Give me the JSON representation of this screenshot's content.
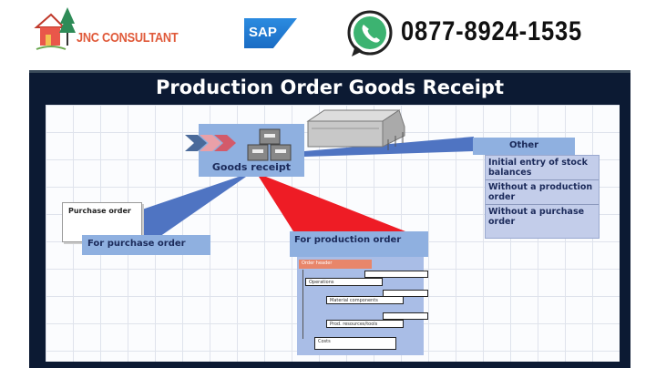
{
  "header": {
    "brand_name": "JNC CONSULTANT",
    "sap_logo": "SAP",
    "phone": "0877-8924-1535",
    "icons": [
      "house-tree-logo-icon",
      "whatsapp-icon"
    ]
  },
  "slide": {
    "title": "Production Order Goods Receipt",
    "goods_receipt": "Goods receipt",
    "purchase_order_doc": "Purchase order",
    "for_purchase_order": "For purchase order",
    "for_production_order": "For production order",
    "other": {
      "heading": "Other",
      "items": [
        "Initial entry of stock balances",
        "Without a production order",
        "Without a purchase order"
      ]
    },
    "tree": {
      "header": "Order header",
      "nodes": [
        "Operations",
        "Material components",
        "Prod. resources/tools",
        "Costs"
      ]
    },
    "colors": {
      "panel": "#0c1a33",
      "box": "#8fb0e0",
      "red": "#ee1c25"
    }
  }
}
